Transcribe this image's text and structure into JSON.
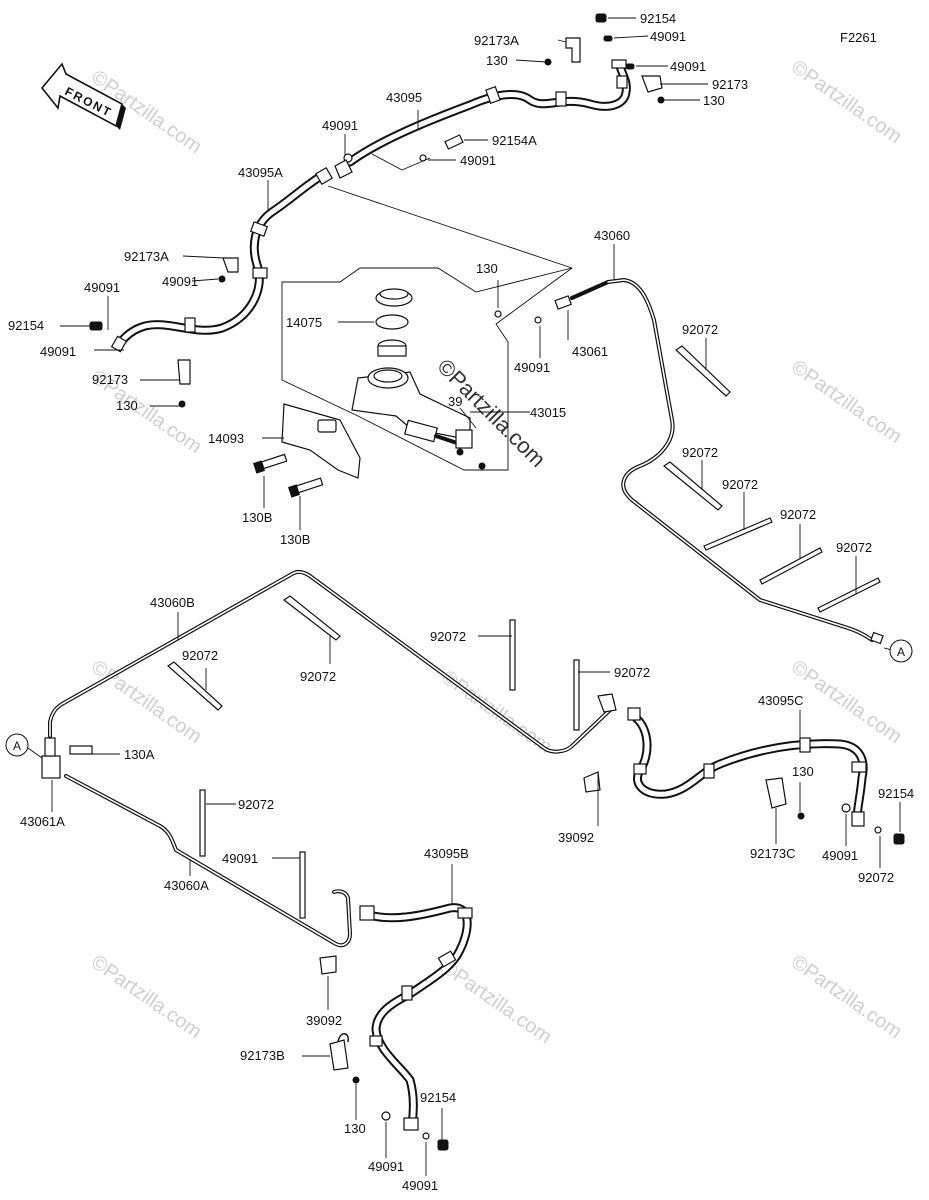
{
  "diagram_code": "F2261",
  "front_label": "FRONT",
  "watermark": "©Partzilla.com",
  "labels": [
    {
      "id": "l01",
      "text": "92154"
    },
    {
      "id": "l02",
      "text": "92173A"
    },
    {
      "id": "l03",
      "text": "49091"
    },
    {
      "id": "l04",
      "text": "130"
    },
    {
      "id": "l05",
      "text": "49091"
    },
    {
      "id": "l06",
      "text": "92173"
    },
    {
      "id": "l07",
      "text": "130"
    },
    {
      "id": "l08",
      "text": "43095"
    },
    {
      "id": "l09",
      "text": "92154A"
    },
    {
      "id": "l10",
      "text": "49091"
    },
    {
      "id": "l11",
      "text": "49091"
    },
    {
      "id": "l12",
      "text": "43095A"
    },
    {
      "id": "l13",
      "text": "43060"
    },
    {
      "id": "l14",
      "text": "92173A"
    },
    {
      "id": "l15",
      "text": "130"
    },
    {
      "id": "l16",
      "text": "49091"
    },
    {
      "id": "l17",
      "text": "49091"
    },
    {
      "id": "l18",
      "text": "92154"
    },
    {
      "id": "l19",
      "text": "14075"
    },
    {
      "id": "l20",
      "text": "43061"
    },
    {
      "id": "l21",
      "text": "92072"
    },
    {
      "id": "l22",
      "text": "49091"
    },
    {
      "id": "l23",
      "text": "49091"
    },
    {
      "id": "l24",
      "text": "92173"
    },
    {
      "id": "l25",
      "text": "130"
    },
    {
      "id": "l26",
      "text": "39"
    },
    {
      "id": "l27",
      "text": "43015"
    },
    {
      "id": "l28",
      "text": "14093"
    },
    {
      "id": "l29",
      "text": "92072"
    },
    {
      "id": "l30",
      "text": "92072"
    },
    {
      "id": "l31",
      "text": "92072"
    },
    {
      "id": "l32",
      "text": "92072"
    },
    {
      "id": "l33",
      "text": "130B"
    },
    {
      "id": "l34",
      "text": "130B"
    },
    {
      "id": "l35",
      "text": "43060B"
    },
    {
      "id": "l36",
      "text": "92072"
    },
    {
      "id": "l37",
      "text": "92072"
    },
    {
      "id": "l38",
      "text": "92072"
    },
    {
      "id": "l39",
      "text": "92072"
    },
    {
      "id": "l40",
      "text": "43095C"
    },
    {
      "id": "l41",
      "text": "130A"
    },
    {
      "id": "l42",
      "text": "130"
    },
    {
      "id": "l43",
      "text": "92154"
    },
    {
      "id": "l44",
      "text": "43061A"
    },
    {
      "id": "l45",
      "text": "92072"
    },
    {
      "id": "l46",
      "text": "39092"
    },
    {
      "id": "l47",
      "text": "92173C"
    },
    {
      "id": "l48",
      "text": "49091"
    },
    {
      "id": "l49",
      "text": "49091"
    },
    {
      "id": "l50",
      "text": "92072"
    },
    {
      "id": "l51",
      "text": "43060A"
    },
    {
      "id": "l52",
      "text": "43095B"
    },
    {
      "id": "l53",
      "text": "39092"
    },
    {
      "id": "l54",
      "text": "92173B"
    },
    {
      "id": "l55",
      "text": "92154"
    },
    {
      "id": "l56",
      "text": "130"
    },
    {
      "id": "l57",
      "text": "49091"
    },
    {
      "id": "l58",
      "text": "49091"
    }
  ],
  "reference_points": [
    {
      "id": "ref-a-right",
      "text": "A"
    },
    {
      "id": "ref-a-left",
      "text": "A"
    }
  ]
}
